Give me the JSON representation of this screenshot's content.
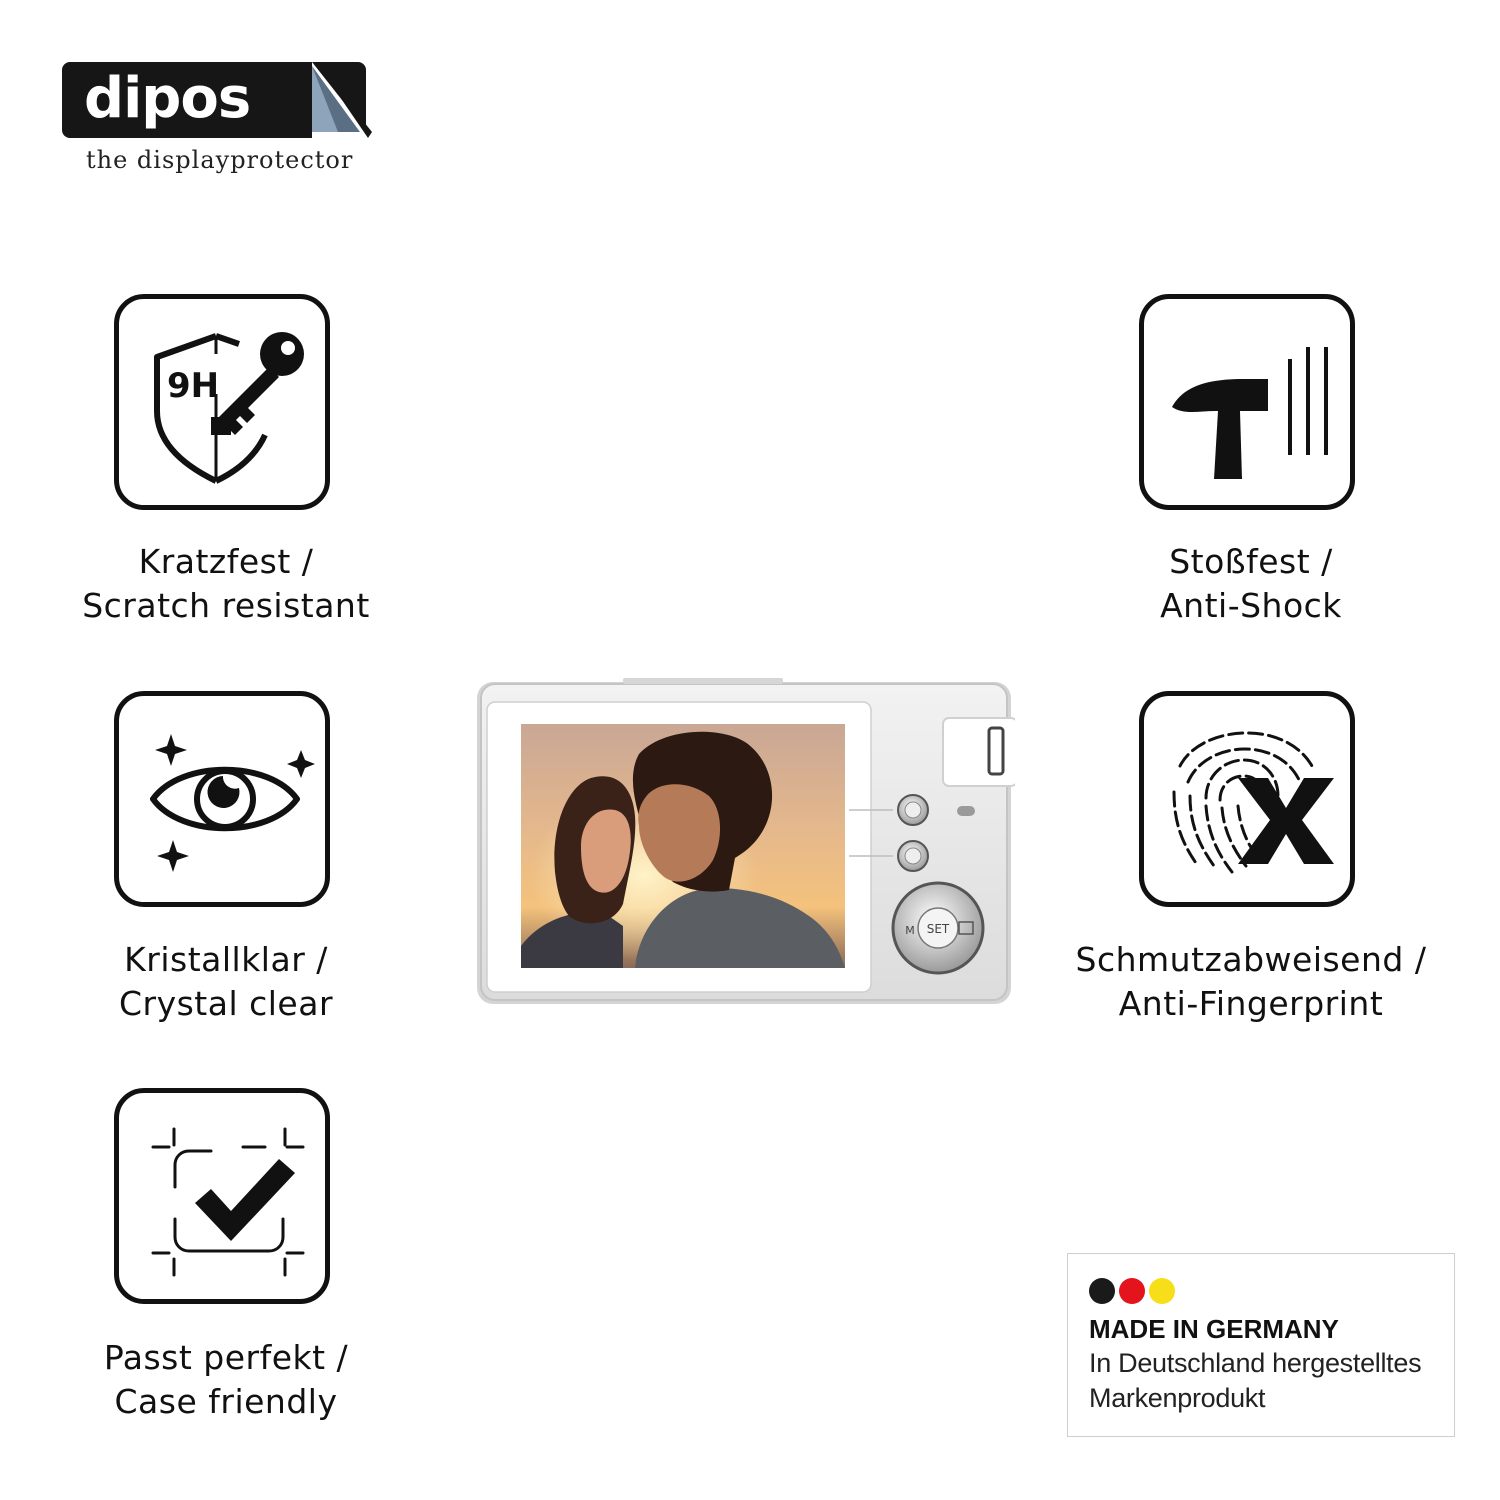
{
  "brand": {
    "name": "dipos",
    "tagline": "the displayprotector"
  },
  "features": [
    {
      "icon": "scratch-resistant-9h-shield-key-icon",
      "line1": "Kratzfest /",
      "line2": "Scratch resistant",
      "badge_text": "9H"
    },
    {
      "icon": "anti-shock-hammer-icon",
      "line1": "Stoßfest /",
      "line2": "Anti-Shock"
    },
    {
      "icon": "crystal-clear-eye-icon",
      "line1": "Kristallklar /",
      "line2": "Crystal clear"
    },
    {
      "icon": "anti-fingerprint-icon",
      "line1": "Schmutzabweisend /",
      "line2": "Anti-Fingerprint"
    },
    {
      "icon": "case-friendly-check-icon",
      "line1": "Passt perfekt /",
      "line2": "Case friendly"
    }
  ],
  "product": {
    "type": "compact digital camera",
    "button_set": "SET",
    "button_menu": "M"
  },
  "made_in": {
    "title": "MADE IN GERMANY",
    "line1": "In Deutschland hergestelltes",
    "line2": "Markenprodukt",
    "flag_colors": [
      "#1a1a1a",
      "#e3141b",
      "#f6de19"
    ]
  }
}
